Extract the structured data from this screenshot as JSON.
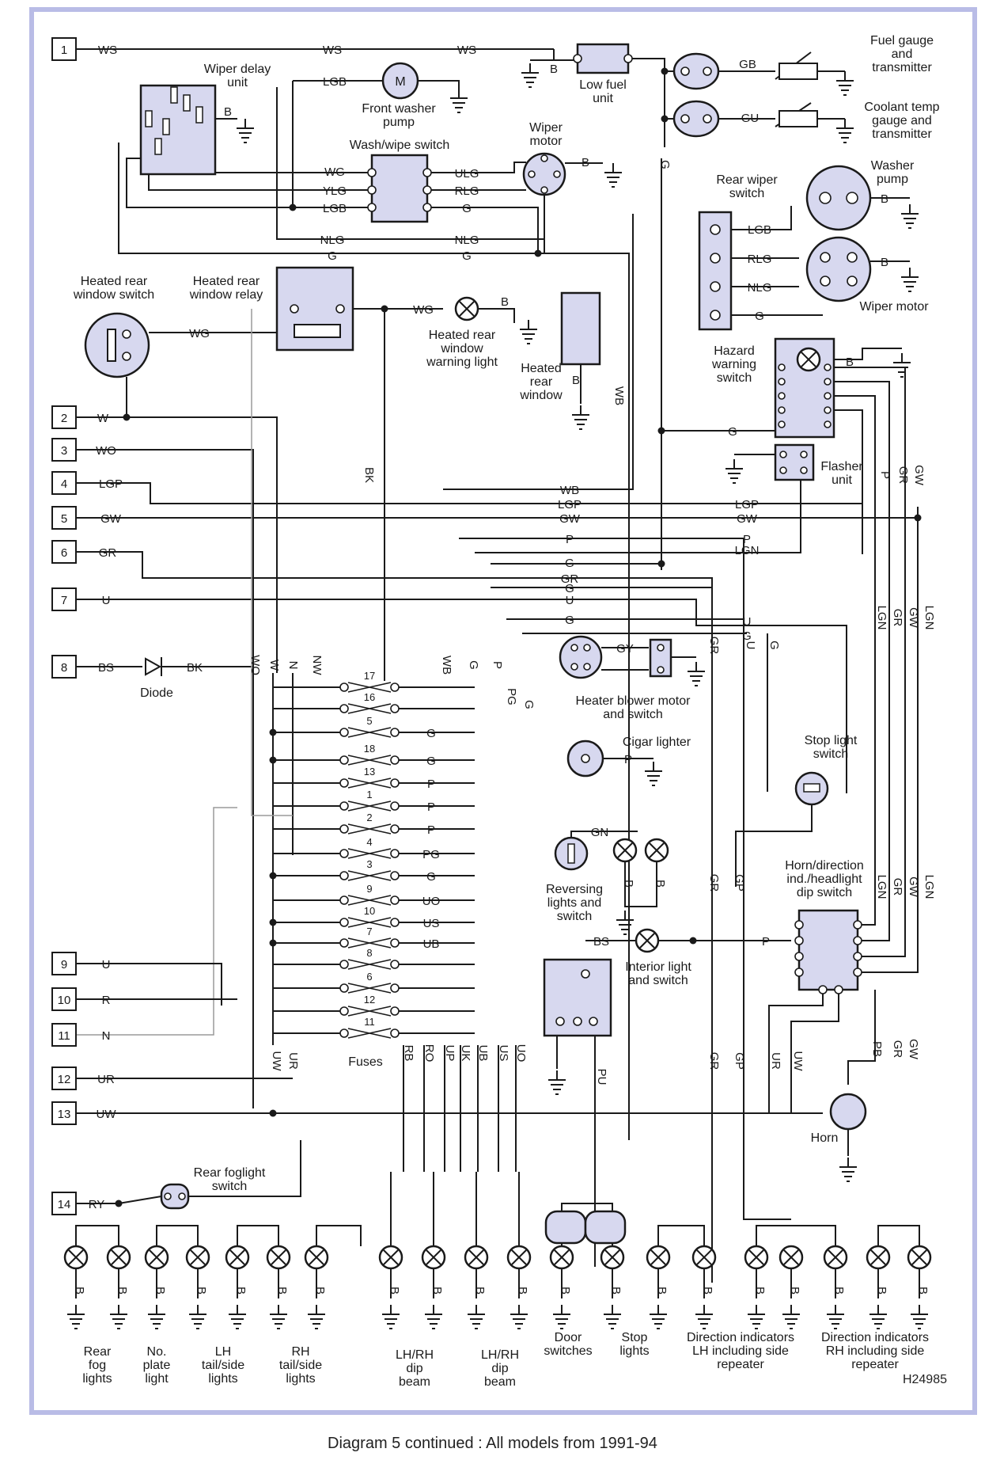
{
  "caption": "Diagram 5 continued : All models from 1991-94",
  "figure_code": "H24985",
  "colors": {
    "background": "#ffffff",
    "component_fill": "#d7d8ef",
    "border": "#b9bce6",
    "line": "#1a1a1a"
  },
  "terminals": [
    "1",
    "2",
    "3",
    "4",
    "5",
    "6",
    "7",
    "8",
    "9",
    "10",
    "11",
    "12",
    "13",
    "14"
  ],
  "components": {
    "fuel_gauge": "Fuel gauge and transmitter",
    "coolant_gauge": "Coolant temp gauge and transmitter",
    "low_fuel": "Low fuel level unit",
    "wiper_delay": "Wiper delay unit",
    "front_washer": "Front washer pump",
    "wash_wipe": "Wash/wipe switch",
    "wiper_motor": "Wiper motor",
    "rear_wiper_switch": "Rear wiper switch",
    "washer_pump": "Washer pump",
    "rear_wiper_motor": "Wiper motor",
    "hrw_switch": "Heated rear window switch",
    "hrw_relay": "Heated rear window relay",
    "hrw_light": "Heated rear window warning light",
    "heated_rear_window": "Heated rear window",
    "hazard": "Hazard warning switch",
    "flasher": "Flasher unit",
    "diode": "Diode",
    "heater_blower": "Heater blower motor and switch",
    "cigar": "Cigar lighter",
    "stop_switch": "Stop light switch",
    "reversing": "Reversing lights and switch",
    "interior": "Interior light and switch",
    "horn_switch": "Horn/direction ind./headlight dip switch",
    "horn": "Horn",
    "fuses": "Fuses",
    "rear_fog_switch": "Rear foglight switch",
    "motor_symbol": "M"
  },
  "wire_codes": {
    "WS": "WS",
    "B": "B",
    "GB": "GB",
    "GU": "GU",
    "LGB": "LGB",
    "WG": "WG",
    "YLG": "YLG",
    "ULG": "ULG",
    "RLG": "RLG",
    "G": "G",
    "NLG": "NLG",
    "W": "W",
    "WO": "WO",
    "LGP": "LGP",
    "GW": "GW",
    "GR": "GR",
    "U": "U",
    "BS": "BS",
    "BK": "BK",
    "N": "N",
    "NW": "NW",
    "WB": "WB",
    "P": "P",
    "LGN": "LGN",
    "GY": "GY",
    "PG": "PG",
    "GN": "GN",
    "UO": "UO",
    "US": "US",
    "UB": "UB",
    "R": "R",
    "UR": "UR",
    "UW": "UW",
    "GP": "GP",
    "PB": "PB",
    "RB": "RB",
    "RO": "RO",
    "UP": "UP",
    "UK": "UK",
    "PU": "PU",
    "RY": "RY"
  },
  "fuses": [
    "17",
    "16",
    "5",
    "18",
    "13",
    "1",
    "2",
    "4",
    "3",
    "9",
    "10",
    "7",
    "8",
    "6",
    "12",
    "11"
  ],
  "bottom_groups": [
    "Rear fog lights",
    "No. plate light",
    "LH tail/side lights",
    "RH tail/side lights",
    "LH/RH dip beam",
    "LH/RH dip beam",
    "Door switches",
    "Stop lights",
    "Direction indicators LH including side repeater",
    "Direction indicators RH including side repeater"
  ]
}
